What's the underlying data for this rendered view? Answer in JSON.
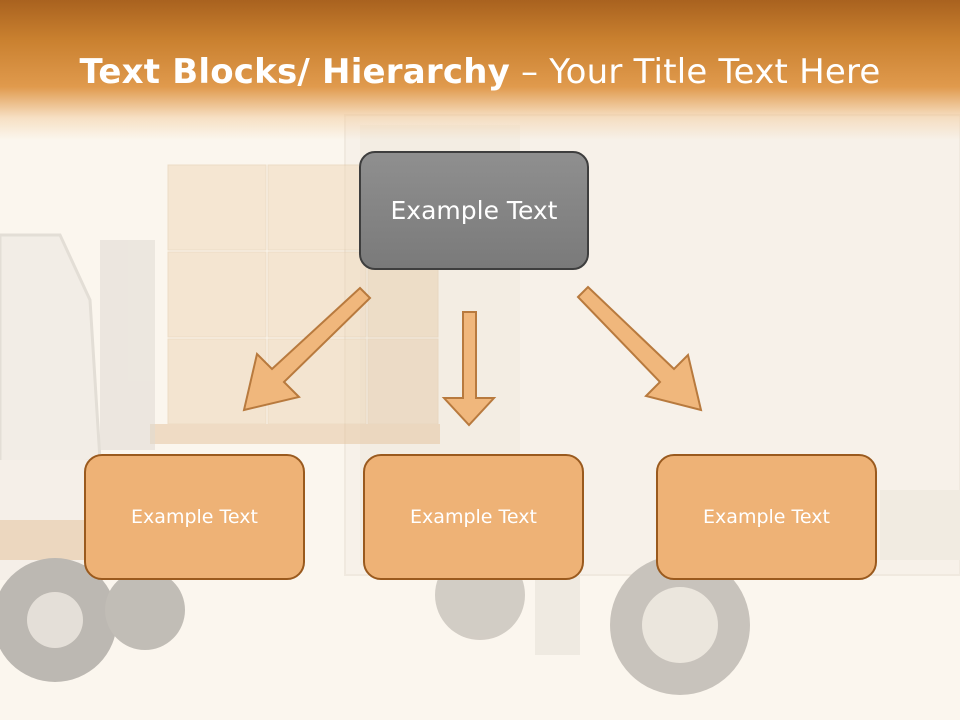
{
  "title": {
    "bold": "Text Blocks/ Hierarchy",
    "rest": " – Your Title Text Here"
  },
  "hierarchy": {
    "top": {
      "label": "Example Text"
    },
    "children": [
      {
        "label": "Example Text"
      },
      {
        "label": "Example Text"
      },
      {
        "label": "Example Text"
      }
    ]
  },
  "colors": {
    "header": "#d58b3c",
    "top_box": "#858585",
    "child_box": "#eeb276",
    "arrow_fill": "#f0b77c",
    "arrow_stroke": "#b87a3e"
  },
  "background": {
    "scene": "forklift loading boxes into delivery truck (faded)"
  }
}
